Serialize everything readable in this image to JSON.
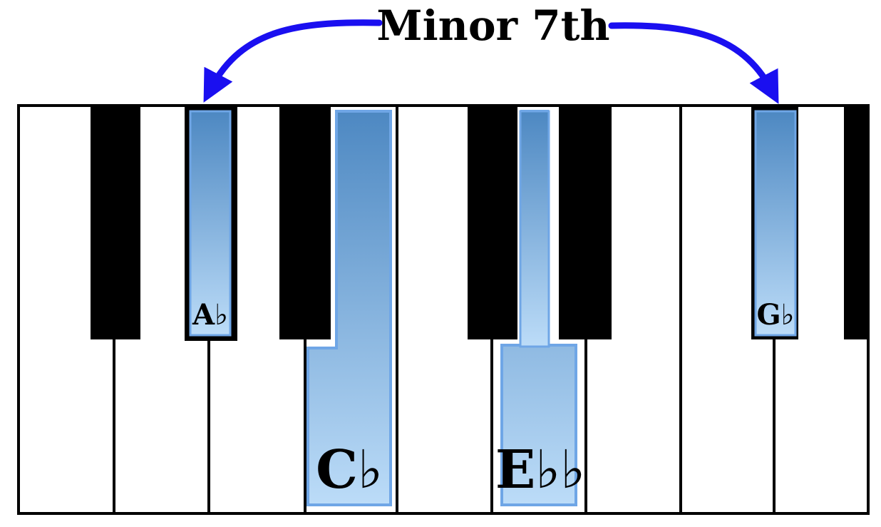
{
  "interval": {
    "title": "Minor 7th"
  },
  "colors": {
    "arrow": "#1a0ff0",
    "highlight_top": "#4d88c2",
    "highlight_bottom": "#bcdcf8",
    "highlight_border": "#6fa6e6",
    "black_key": "#000000",
    "white_key": "#ffffff"
  },
  "keyboard": {
    "highlighted_notes": [
      {
        "id": "a-flat",
        "key_type": "black",
        "label": "A♭"
      },
      {
        "id": "c-flat",
        "key_type": "white",
        "label": "C♭"
      },
      {
        "id": "e-double-flat",
        "key_type": "white",
        "label": "E♭♭"
      },
      {
        "id": "g-flat",
        "key_type": "black",
        "label": "G♭"
      }
    ]
  },
  "icons": {
    "left_arrow": "curved-arrow-left-icon",
    "right_arrow": "curved-arrow-right-icon"
  }
}
